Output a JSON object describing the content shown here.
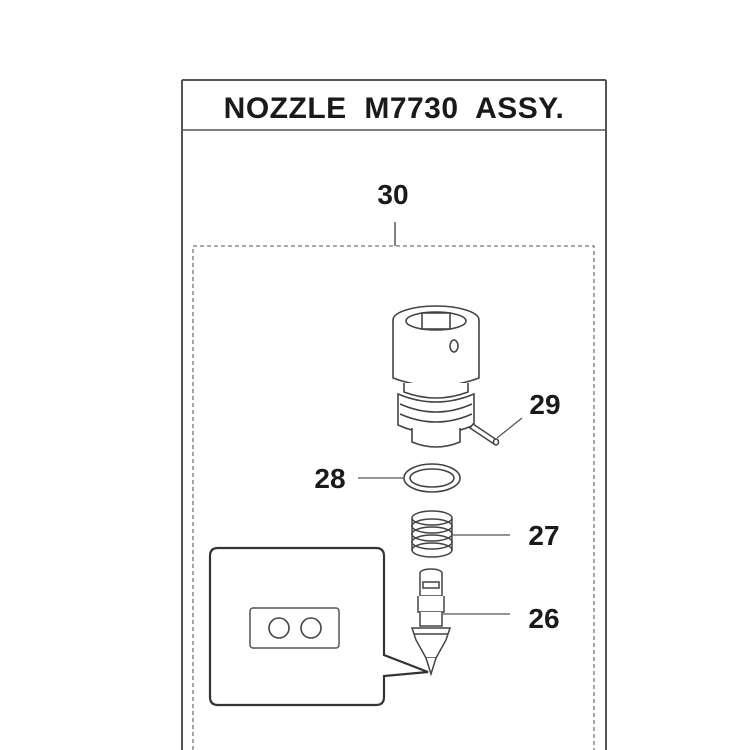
{
  "title": "NOZZLE  M7730  ASSY.",
  "assembly_number": "30",
  "parts": [
    {
      "number": "29",
      "name": "pin"
    },
    {
      "number": "28",
      "name": "o-ring"
    },
    {
      "number": "27",
      "name": "spring"
    },
    {
      "number": "26",
      "name": "nozzle-tip"
    }
  ],
  "colors": {
    "line": "#555555",
    "text": "#1a1a1a",
    "background": "#ffffff"
  }
}
